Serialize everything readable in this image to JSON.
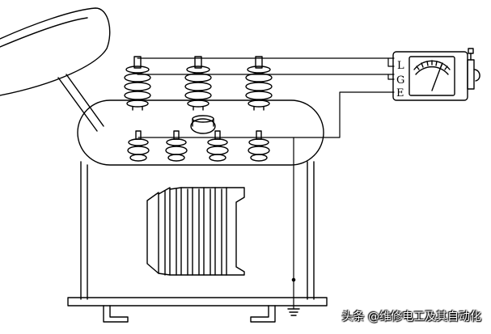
{
  "diagram": {
    "subject": "Transformer insulation resistance measurement with megohmmeter",
    "meter": {
      "terminals": [
        {
          "key": "line",
          "label": "L"
        },
        {
          "key": "guard",
          "label": "G"
        },
        {
          "key": "earth",
          "label": "E"
        }
      ]
    },
    "hv_bushings": 3,
    "lv_bushings": 4,
    "colors": {
      "line": "#000000",
      "background": "#ffffff",
      "watermark_text": "#ffffff"
    }
  },
  "watermark": {
    "text": "头条 @维修电工及其自动化"
  }
}
